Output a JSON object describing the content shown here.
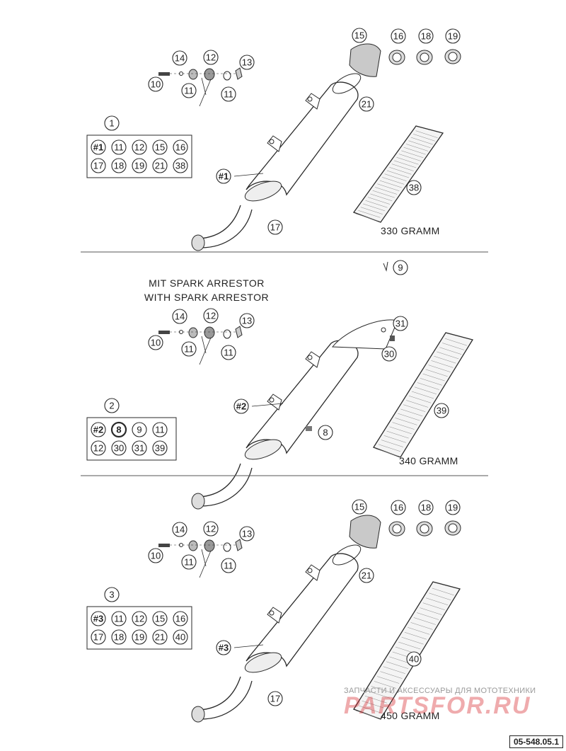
{
  "sections": [
    {
      "title_lines": [],
      "box_num": "1",
      "box_rows": [
        [
          "#1",
          "11",
          "12",
          "15",
          "16"
        ],
        [
          "17",
          "18",
          "19",
          "21",
          "38"
        ]
      ],
      "part_labels": [
        "14",
        "12",
        "13",
        "10",
        "11",
        "11",
        "15",
        "16",
        "18",
        "19",
        "21",
        "#1",
        "38",
        "17"
      ],
      "weight": "330 GRAMM"
    },
    {
      "title_lines": [
        "MIT SPARK ARRESTOR",
        "WITH SPARK ARRESTOR"
      ],
      "box_num": "2",
      "box_rows": [
        [
          "#2",
          "8",
          "9",
          "11"
        ],
        [
          "12",
          "30",
          "31",
          "39"
        ]
      ],
      "part_labels": [
        "14",
        "12",
        "13",
        "10",
        "11",
        "11",
        "9",
        "31",
        "30",
        "#2",
        "8",
        "39"
      ],
      "weight": "340 GRAMM"
    },
    {
      "title_lines": [],
      "box_num": "3",
      "box_rows": [
        [
          "#3",
          "11",
          "12",
          "15",
          "16"
        ],
        [
          "17",
          "18",
          "19",
          "21",
          "40"
        ]
      ],
      "part_labels": [
        "14",
        "12",
        "13",
        "10",
        "11",
        "11",
        "15",
        "16",
        "18",
        "19",
        "21",
        "#3",
        "40",
        "17"
      ],
      "weight": "450 GRAMM"
    }
  ],
  "watermark": {
    "line1": "ЗАПЧАСТИ И АКСЕССУАРЫ ДЛЯ МОТОТЕХНИКИ",
    "line2": "PARTSFOR.RU"
  },
  "doc_id": "05-548.05.1"
}
